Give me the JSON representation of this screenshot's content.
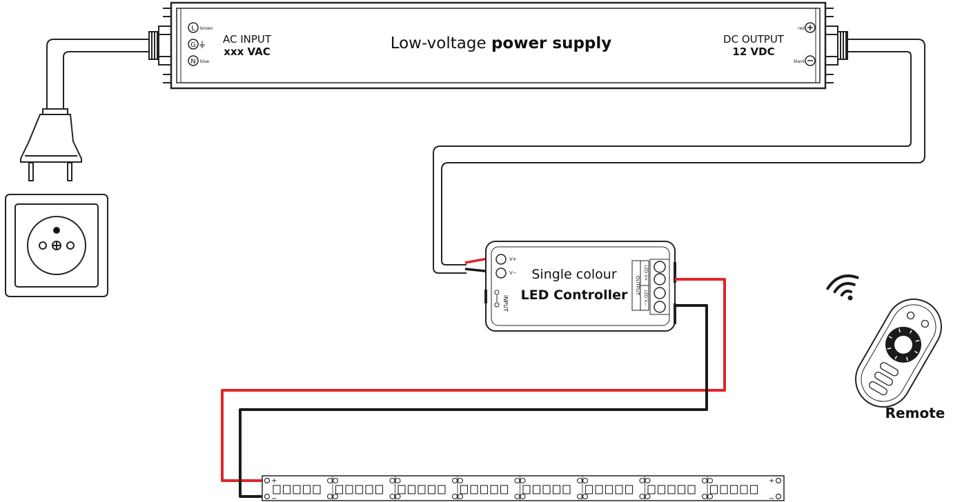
{
  "psu": {
    "title_normal": "Low-voltage ",
    "title_bold": "power supply",
    "ac_title": "AC INPUT",
    "ac_value": "xxx VAC",
    "dc_title": "DC OUTPUT",
    "dc_value": "12 VDC",
    "term_L": "L",
    "term_G": "G",
    "term_N": "N",
    "label_brown": "brown",
    "label_blue": "blue",
    "label_red": "red",
    "label_black": "black"
  },
  "controller": {
    "line1": "Single colour",
    "line2": "LED Controller",
    "vplus": "V+",
    "vminus": "V−",
    "input": "INPUT",
    "output": "OUTPUT",
    "led_plus": "LED V+",
    "led_minus": "LED V−"
  },
  "remote": {
    "label": "Remote"
  },
  "strip": {
    "plus": "+",
    "minus": "−"
  },
  "colors": {
    "red_wire": "#e3232b",
    "black_wire": "#1a1a1a",
    "outline": "#222222"
  }
}
